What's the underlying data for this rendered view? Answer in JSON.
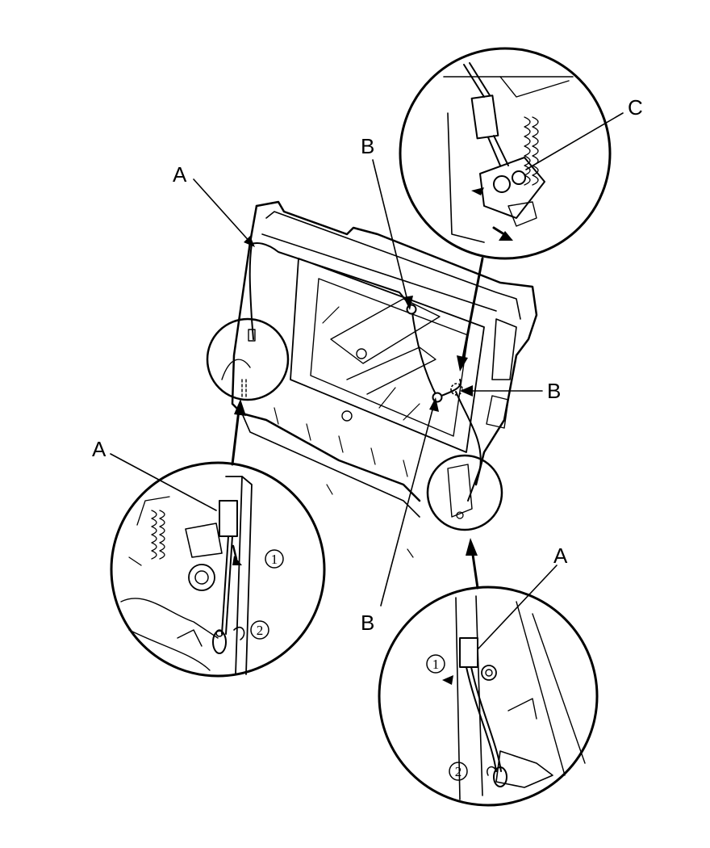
{
  "callouts": {
    "a_upper_left": "A",
    "a_lower_left": "A",
    "a_lower_right": "A",
    "b_top": "B",
    "b_right": "B",
    "b_bottom": "B",
    "c_top_right": "C"
  },
  "steps": {
    "left_step1": "1",
    "left_step2": "2",
    "right_step1": "1",
    "right_step2": "2"
  },
  "colors": {
    "ink": "#000000",
    "paper": "#ffffff"
  }
}
